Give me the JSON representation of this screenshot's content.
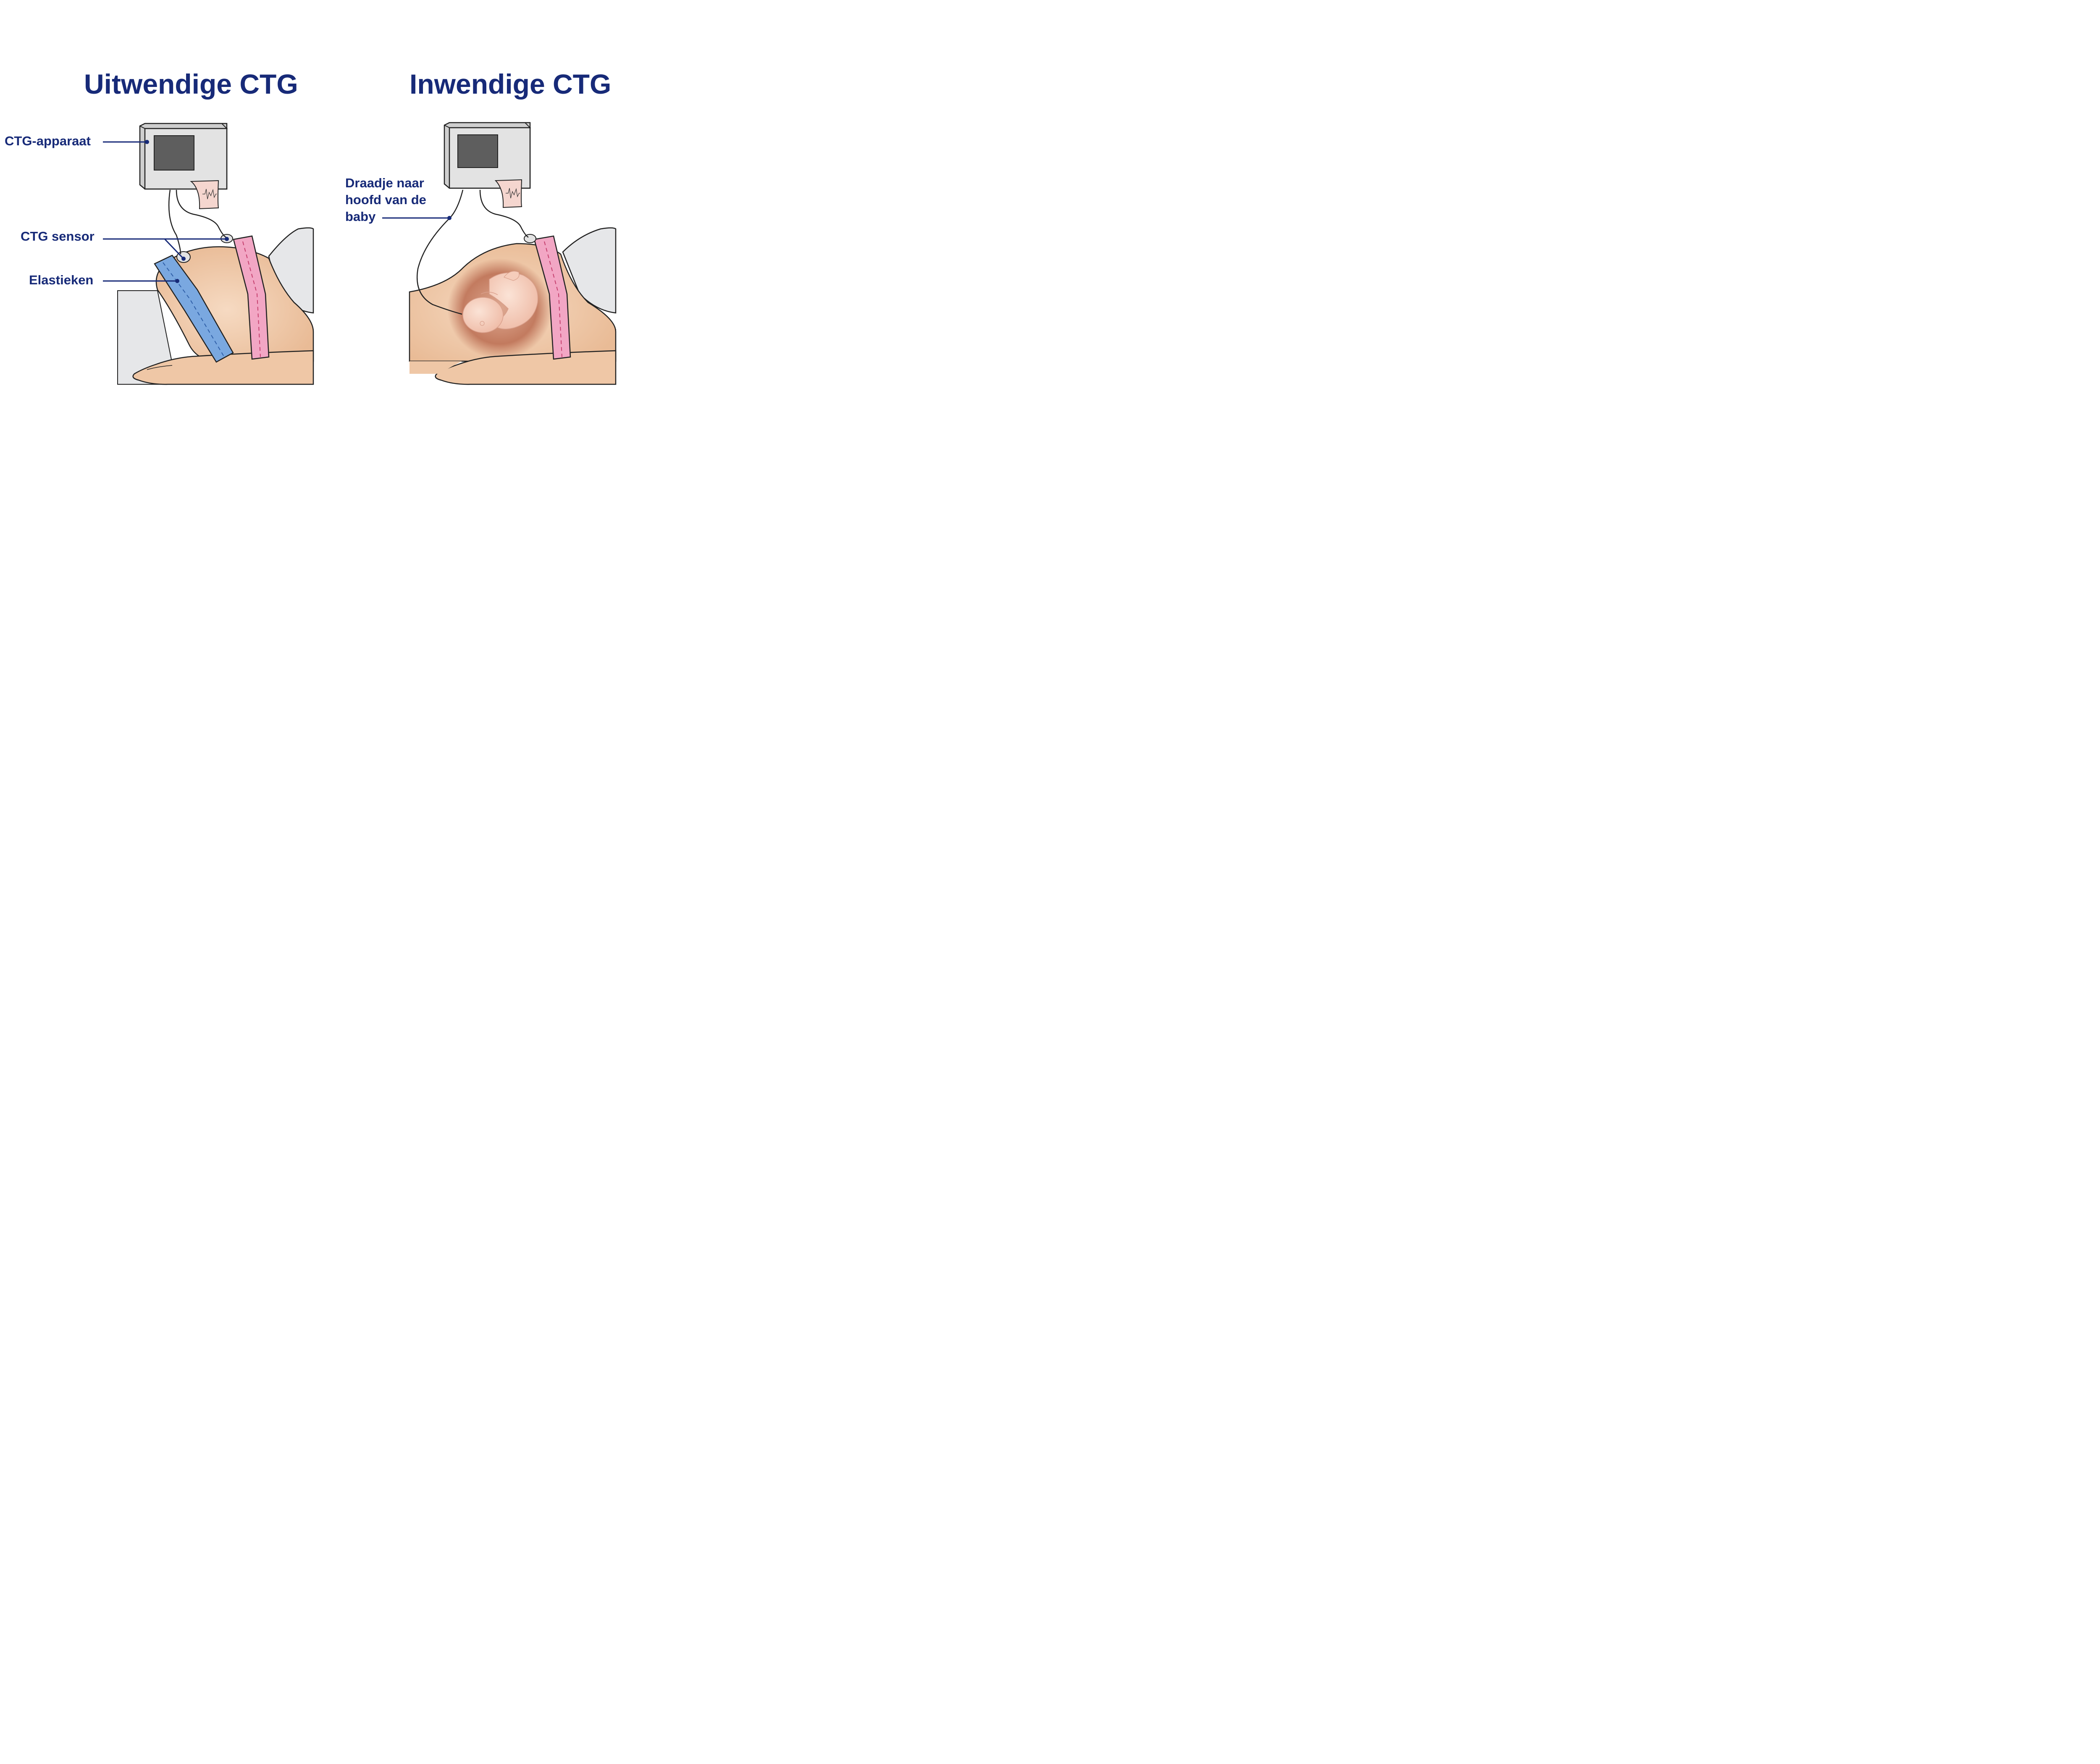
{
  "titles": {
    "left": "Uitwendige CTG",
    "right": "Inwendige CTG"
  },
  "labels": {
    "ctg_apparaat": "CTG-apparaat",
    "ctg_sensor": "CTG sensor",
    "elastieken": "Elastieken",
    "draadje": [
      "Draadje naar",
      "hoofd van de",
      "baby"
    ]
  },
  "colors": {
    "label_text": "#172a78",
    "skin": "#f0c9a8",
    "pink_belt": "#f2a6c4",
    "blue_belt": "#7aa8e0",
    "monitor": "#e3e3e3",
    "screen": "#5e5e5e",
    "bed": "#e6e7e9",
    "womb": "#b8664a"
  }
}
